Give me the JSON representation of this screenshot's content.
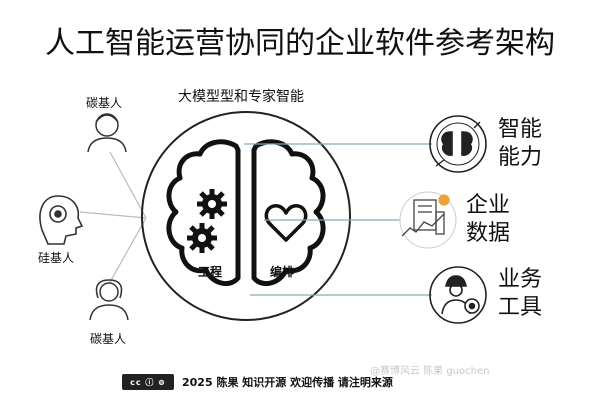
{
  "title": "人工智能运营协同的企业软件参考架构",
  "center_label": "大模型型和专家智能",
  "people": [
    {
      "label": "碳基人",
      "icon": "man-icon"
    },
    {
      "label": "硅基人",
      "icon": "robot-head-icon"
    },
    {
      "label": "碳基人",
      "icon": "woman-icon"
    }
  ],
  "brain": {
    "left_label": "工程",
    "right_label": "编排"
  },
  "side_items": [
    {
      "label_line1": "智能",
      "label_line2": "能力",
      "icon": "brain-circuit-icon"
    },
    {
      "label_line1": "企业",
      "label_line2": "数据",
      "icon": "data-chart-icon"
    },
    {
      "label_line1": "业务",
      "label_line2": "工具",
      "icon": "worker-gear-icon"
    }
  ],
  "footer": {
    "cc_label": "cc ⓘ ⊜",
    "text": "2025 陈果  知识开源 欢迎传播 请注明来源"
  },
  "watermark": "@赛博风云 陈果 guochen"
}
